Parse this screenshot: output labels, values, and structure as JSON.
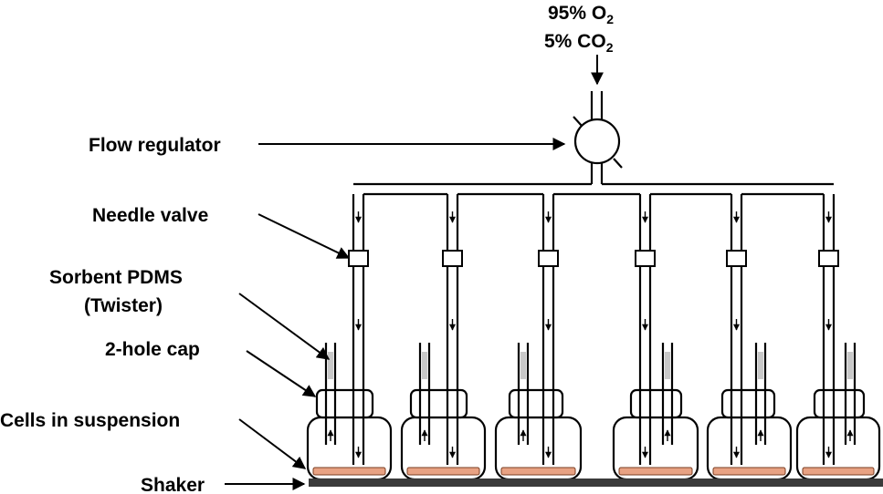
{
  "gas": {
    "line1_prefix": "95% O",
    "line1_sub": "2",
    "line2_prefix": "5% CO",
    "line2_sub": "2"
  },
  "labels": {
    "flow_regulator": "Flow regulator",
    "needle_valve": "Needle valve",
    "sorbent_line1": "Sorbent PDMS",
    "sorbent_line2": "(Twister)",
    "cap": "2-hole cap",
    "cells": "Cells in suspension",
    "shaker": "Shaker"
  },
  "colors": {
    "cells": "#e8a283",
    "shaker": "#3a3a3a",
    "sorbent": "#c8c8c8"
  }
}
